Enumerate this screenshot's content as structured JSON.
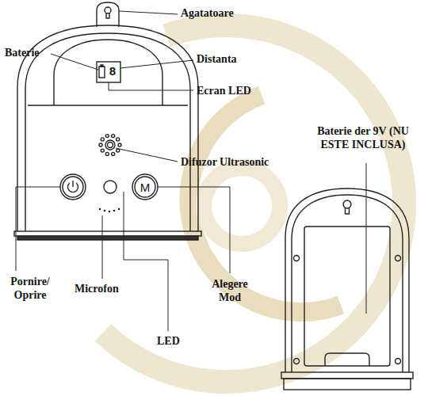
{
  "diagram": {
    "labels": [
      "Agatatoare",
      "Baterie",
      "8",
      "Distanta",
      "Ecran LED",
      "Baterie der 9V (NU ESTE INCLUSA)",
      "Difuzor Ultrasonic",
      "M",
      "Pornire/ Oprire",
      "Microfon",
      "Alegere Mod",
      "LED"
    ]
  }
}
